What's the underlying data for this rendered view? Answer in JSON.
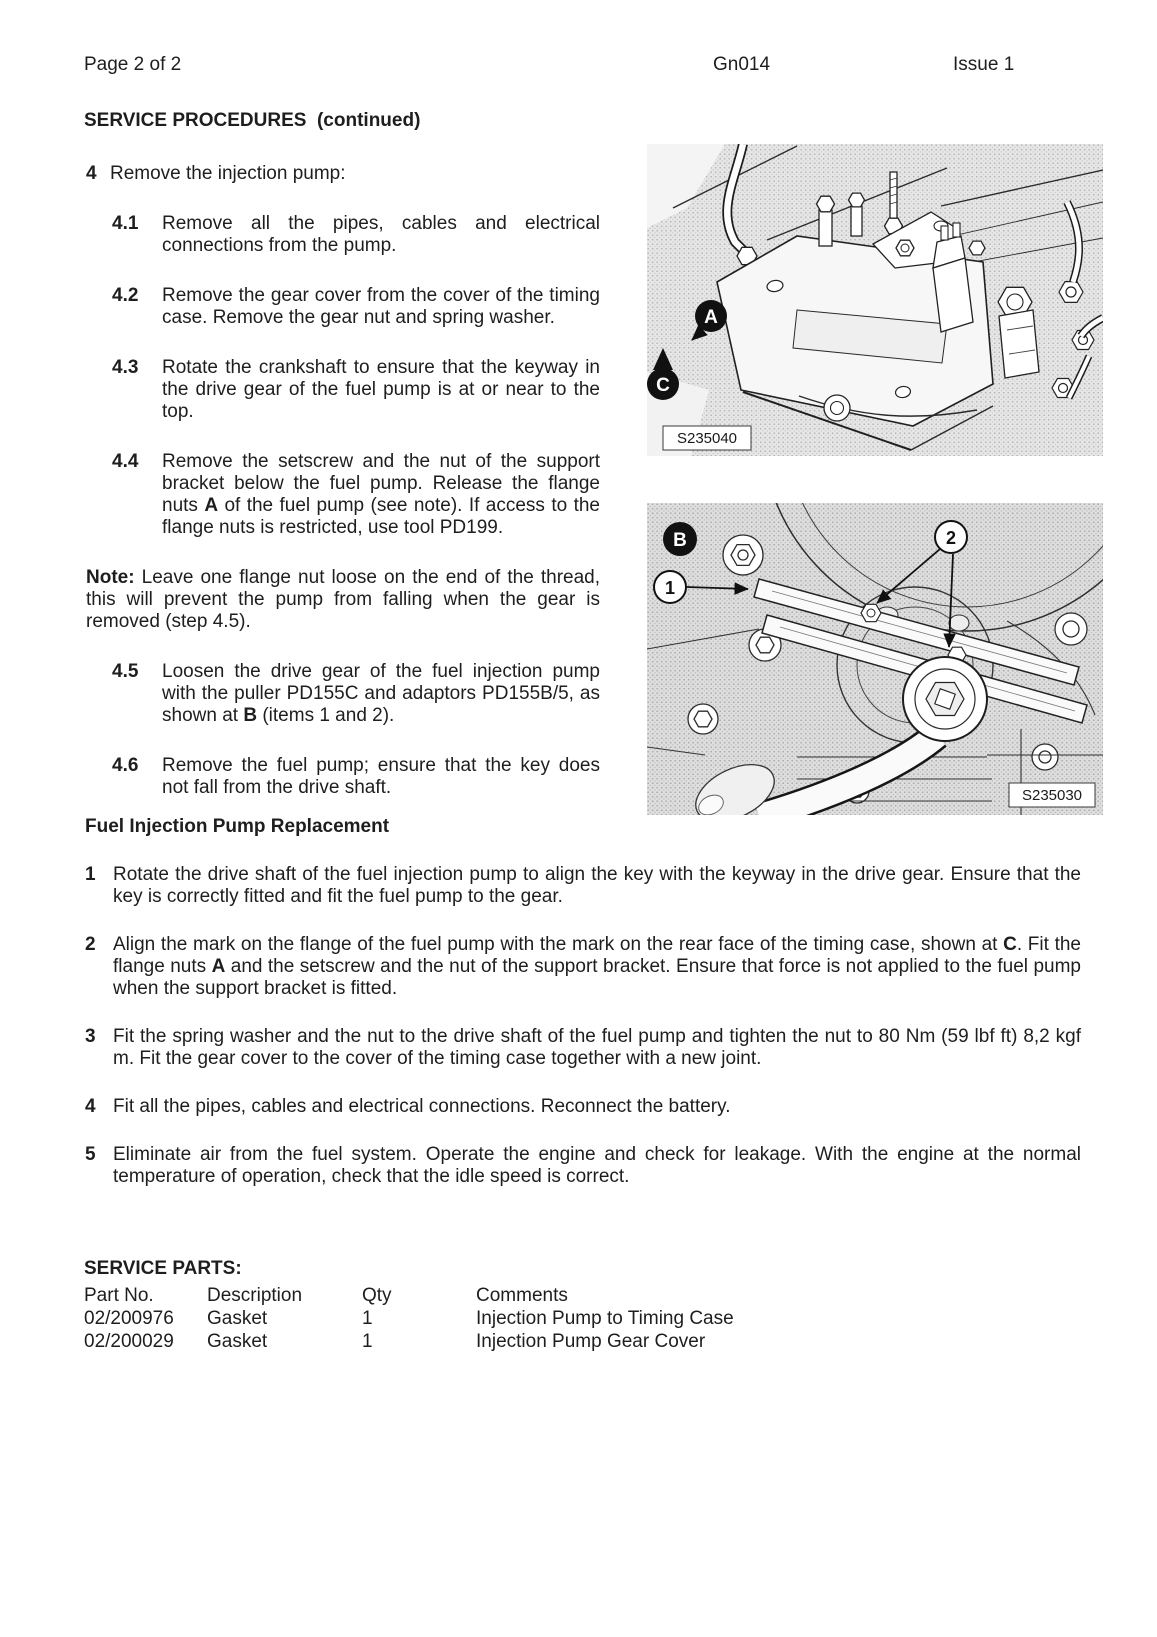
{
  "header": {
    "page_label": "Page 2 of 2",
    "doc_code": "Gn014",
    "issue": "Issue 1"
  },
  "procedures": {
    "title": "SERVICE PROCEDURES  (continued)",
    "step": {
      "number": "4",
      "text": "Remove the injection pump:"
    },
    "substeps": [
      {
        "number": "4.1",
        "text": "Remove all the pipes, cables and electrical connections from the pump."
      },
      {
        "number": "4.2",
        "text": "Remove the gear cover from the cover of the timing case. Remove the gear nut and spring washer."
      },
      {
        "number": "4.3",
        "text": "Rotate the crankshaft to ensure that the keyway in the drive gear of the fuel pump is at or near to the top."
      },
      {
        "number": "4.4",
        "seg0": "Remove the setscrew and the nut of the support bracket below the fuel pump. Release the flange nuts ",
        "seg1": "A",
        "seg2": " of the fuel pump (see note). If access to the flange nuts is restricted, use tool PD199."
      },
      {
        "number": "4.5",
        "seg0": "Loosen the drive gear of the fuel injection pump with the puller PD155C and adaptors PD155B/5, as shown at ",
        "seg1": "B",
        "seg2": " (items 1 and 2)."
      },
      {
        "number": "4.6",
        "text": "Remove the fuel pump; ensure that the key does not fall from the drive shaft."
      }
    ],
    "note": {
      "label": "Note:",
      "text": " Leave one flange nut loose on the end of the thread, this will prevent the pump from falling when the gear is removed (step 4.5)."
    }
  },
  "figures": {
    "top": {
      "code": "S235040",
      "label_a": "A",
      "label_c": "C"
    },
    "bottom": {
      "code": "S235030",
      "label_b": "B",
      "item1": "1",
      "item2": "2"
    }
  },
  "replacement": {
    "title": "Fuel Injection Pump Replacement",
    "steps": [
      {
        "number": "1",
        "text": "Rotate the drive shaft of the fuel injection pump to align the key with the keyway in the drive gear. Ensure that the key is correctly fitted and fit the fuel pump to the gear."
      },
      {
        "number": "2",
        "seg0": "Align the mark on the flange of the fuel pump with the mark on the rear face of the timing case, shown at ",
        "seg1": "C",
        "seg2": ". Fit the flange nuts ",
        "seg3": "A",
        "seg4": " and the setscrew and the nut of the support bracket. Ensure that force is not applied to the fuel pump when the support bracket is fitted."
      },
      {
        "number": "3",
        "text": "Fit the spring washer and the nut to the drive shaft of the fuel pump and tighten the nut to 80 Nm (59 lbf ft) 8,2 kgf m. Fit the gear cover to the cover of the timing case together with a new joint."
      },
      {
        "number": "4",
        "text": "Fit all the pipes, cables and electrical connections. Reconnect the battery."
      },
      {
        "number": "5",
        "text": "Eliminate air from the fuel system. Operate the engine and check for leakage. With the engine at the normal temperature of operation, check that the idle speed is correct."
      }
    ]
  },
  "parts": {
    "title": "SERVICE PARTS:",
    "columns": [
      "Part No.",
      "Description",
      "Qty",
      "Comments"
    ],
    "rows": [
      [
        "02/200976",
        "Gasket",
        "1",
        "Injection Pump to Timing Case"
      ],
      [
        "02/200029",
        "Gasket",
        "1",
        "Injection Pump Gear Cover"
      ]
    ]
  },
  "colors": {
    "ink": "#1e1e1e",
    "halftone_bg": "#e4e4e4",
    "callout_fill": "#111111"
  }
}
